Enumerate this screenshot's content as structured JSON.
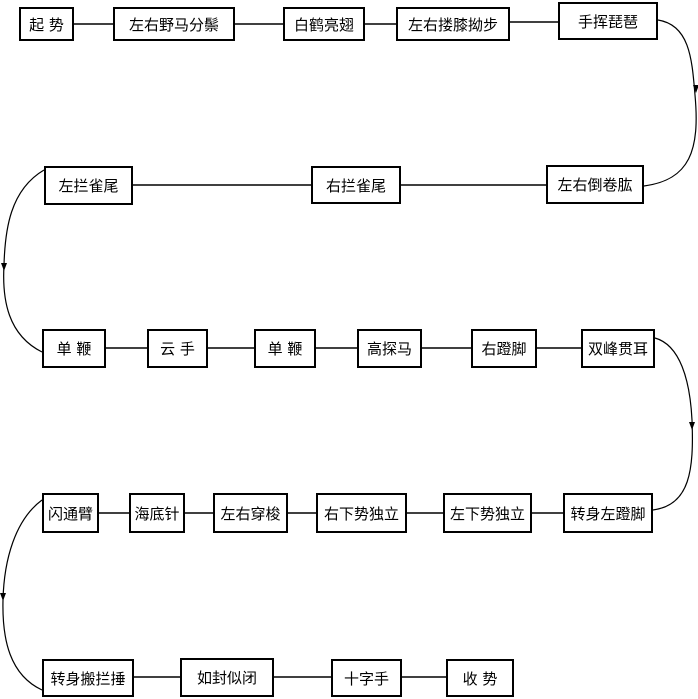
{
  "title": "二十四式太极拳动作顺序",
  "rows": [
    {
      "direction": "left-to-right",
      "nodes": [
        {
          "id": 1,
          "label": "起 势"
        },
        {
          "id": 2,
          "label": "左右野马分鬃"
        },
        {
          "id": 3,
          "label": "白鹤亮翅"
        },
        {
          "id": 4,
          "label": "左右搂膝拗步"
        },
        {
          "id": 5,
          "label": "手挥琵琶"
        }
      ]
    },
    {
      "direction": "right-to-left",
      "nodes": [
        {
          "id": 6,
          "label": "左右倒卷肱"
        },
        {
          "id": 7,
          "label": "右拦雀尾"
        },
        {
          "id": 8,
          "label": "左拦雀尾"
        }
      ]
    },
    {
      "direction": "left-to-right",
      "nodes": [
        {
          "id": 9,
          "label": "单 鞭"
        },
        {
          "id": 10,
          "label": "云 手"
        },
        {
          "id": 11,
          "label": "单 鞭"
        },
        {
          "id": 12,
          "label": "高探马"
        },
        {
          "id": 13,
          "label": "右蹬脚"
        },
        {
          "id": 14,
          "label": "双峰贯耳"
        }
      ]
    },
    {
      "direction": "right-to-left",
      "nodes": [
        {
          "id": 15,
          "label": "转身左蹬脚"
        },
        {
          "id": 16,
          "label": "左下势独立"
        },
        {
          "id": 17,
          "label": "右下势独立"
        },
        {
          "id": 18,
          "label": "左右穿梭"
        },
        {
          "id": 19,
          "label": "海底针"
        },
        {
          "id": 20,
          "label": "闪通臂"
        }
      ]
    },
    {
      "direction": "left-to-right",
      "nodes": [
        {
          "id": 21,
          "label": "转身搬拦捶"
        },
        {
          "id": 22,
          "label": "如封似闭"
        },
        {
          "id": 23,
          "label": "十字手"
        },
        {
          "id": 24,
          "label": "收 势"
        }
      ]
    }
  ],
  "colors": {
    "line": "#000000",
    "box_border": "#000000",
    "background": "#ffffff"
  }
}
